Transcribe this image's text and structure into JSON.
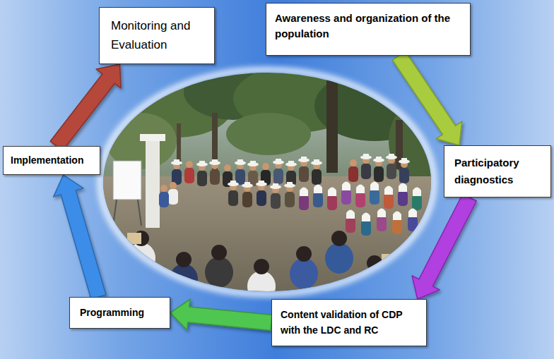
{
  "diagram": {
    "nodes": [
      {
        "text": [
          "Awareness and organization of the population"
        ]
      },
      {
        "text": [
          "Participatory diagnostics"
        ]
      },
      {
        "text": [
          "Content validation of CDP with the LDC and RC"
        ]
      },
      {
        "text": [
          "Programming"
        ]
      },
      {
        "text": [
          "Implementation"
        ]
      },
      {
        "text": [
          "Monitoring and Evaluation"
        ]
      }
    ],
    "edges": [
      {
        "from": 0,
        "to": 1,
        "arrow": "to"
      },
      {
        "from": 1,
        "to": 2,
        "arrow": "to"
      },
      {
        "from": 2,
        "to": 3,
        "arrow": "to"
      },
      {
        "from": 3,
        "to": 4,
        "arrow": "to"
      },
      {
        "from": 4,
        "to": 5,
        "arrow": "to"
      }
    ]
  }
}
